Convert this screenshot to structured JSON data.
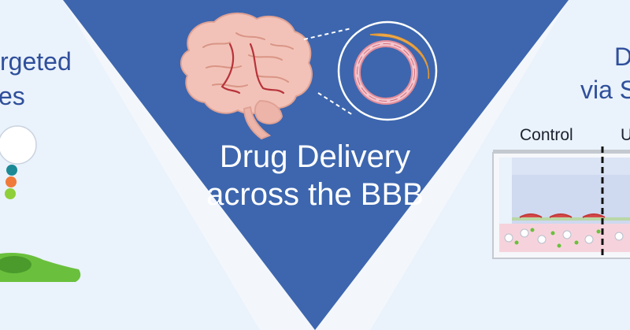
{
  "colors": {
    "background_left": "#eef4fb",
    "triangle": "#3d66ae",
    "text_blue": "#2f4f9b",
    "brain": "#f2c2b8",
    "vessel_pink": "#e9a8ae",
    "vessel_yellow": "#f4b860",
    "cell_green": "#6ac03c"
  },
  "left_panel": {
    "line1": "rgeted",
    "line2": "es"
  },
  "center": {
    "title_line1": "Drug Delivery",
    "title_line2": "across the BBB"
  },
  "right_panel": {
    "line1": "D",
    "line2": "via S",
    "label_control": "Control",
    "label_u": "U"
  },
  "icons": [
    "brain-icon",
    "blood-vessel-cross-section-icon",
    "nanoparticle-icon",
    "endothelial-cell-icon",
    "transwell-insert-icon"
  ]
}
